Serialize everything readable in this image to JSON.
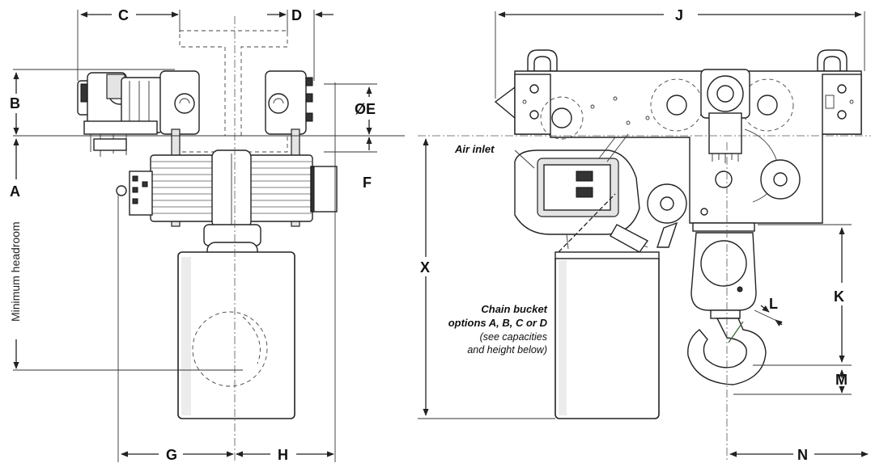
{
  "dimension_labels": {
    "A": "A",
    "B": "B",
    "C": "C",
    "D": "D",
    "E": "ØE",
    "F": "F",
    "G": "G",
    "H": "H",
    "J": "J",
    "K": "K",
    "L": "L",
    "M": "M",
    "N": "N",
    "X": "X"
  },
  "vertical_label": "Minimum headroom",
  "annotations": {
    "air_inlet": "Air inlet",
    "chain_bucket_line1": "Chain bucket",
    "chain_bucket_line2": "options A, B, C or D",
    "chain_bucket_line3": "(see capacities",
    "chain_bucket_line4": "and height below)"
  }
}
